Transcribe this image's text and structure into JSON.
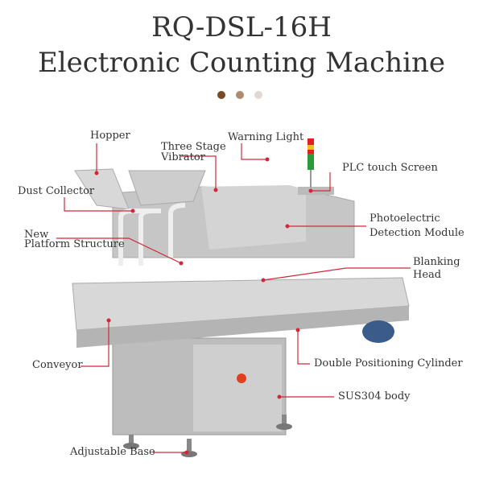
{
  "title": {
    "line1": "RQ-DSL-16H",
    "line2": "Electronic Counting Machine"
  },
  "dot_colors": [
    "#7a4a24",
    "#b08a6c",
    "#e2d8d2"
  ],
  "accent_color": "#d0283a",
  "labels": {
    "hopper": "Hopper",
    "vibrator1": "Three Stage",
    "vibrator2": "Vibrator",
    "warning_light": "Warning Light",
    "plc": "PLC touch Screen",
    "dust_collector": "Dust Collector",
    "photo1": "Photoelectric",
    "photo2": "Detection Module",
    "platform1": "New",
    "platform2": "Platform Structure",
    "blanking1": "Blanking",
    "blanking2": "Head",
    "conveyor": "Conveyor",
    "cylinder": "Double Positioning Cylinder",
    "body": "SUS304 body",
    "base": "Adjustable Base"
  }
}
